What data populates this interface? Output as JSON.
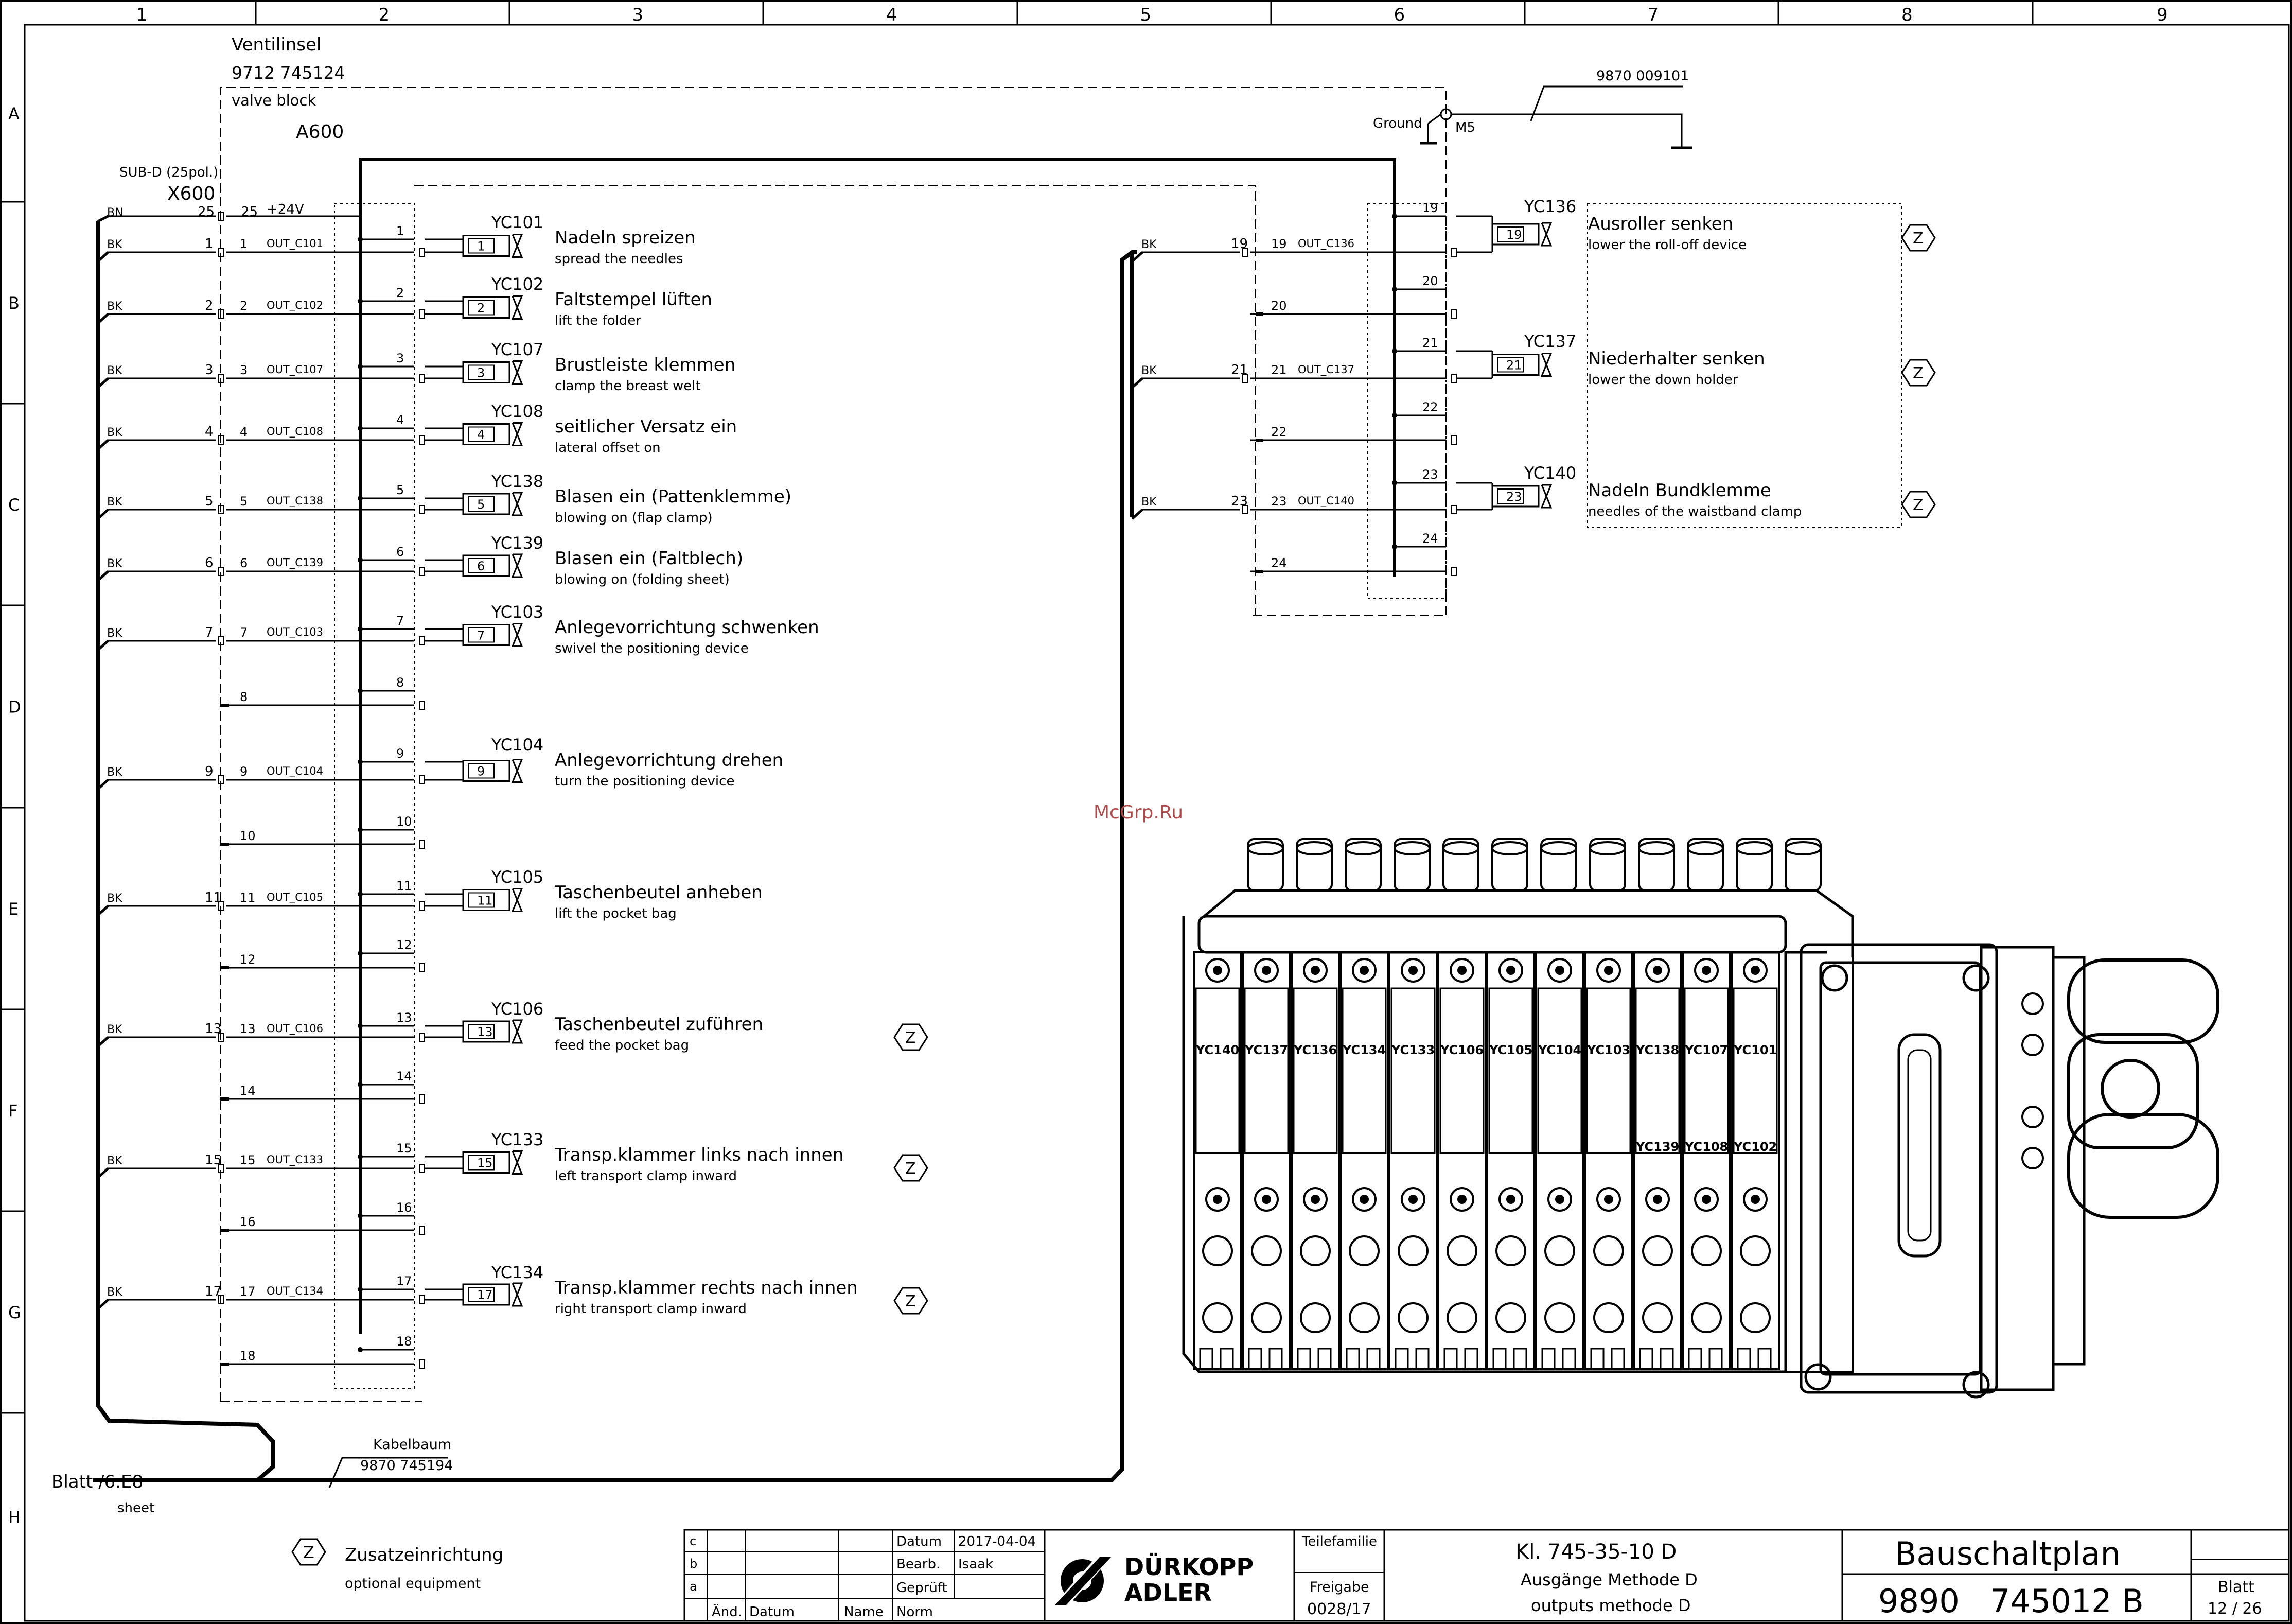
{
  "grid": {
    "columns": [
      "1",
      "2",
      "3",
      "4",
      "5",
      "6",
      "7",
      "8",
      "9"
    ],
    "rows": [
      "A",
      "B",
      "C",
      "D",
      "E",
      "F",
      "G",
      "H"
    ]
  },
  "valve_island": {
    "title": "Ventilinsel",
    "number": "9712 745124",
    "subtitle": "valve block",
    "ref": "A600"
  },
  "connector": {
    "type": "SUB-D (25pol.)",
    "ref": "X600",
    "supply_pin": "25",
    "supply_label": "+24V",
    "supply_wire": "BN"
  },
  "ground": {
    "label": "Ground",
    "screw": "M5",
    "part": "9870 009101"
  },
  "channels": [
    {
      "pin": "1",
      "wire": "BK",
      "sig": "OUT_C101",
      "yc": "YC101",
      "de": "Nadeln spreizen",
      "en": "spread the needles",
      "opt": false
    },
    {
      "pin": "2",
      "wire": "BK",
      "sig": "OUT_C102",
      "yc": "YC102",
      "de": "Faltstempel lüften",
      "en": "lift the folder",
      "opt": false
    },
    {
      "pin": "3",
      "wire": "BK",
      "sig": "OUT_C107",
      "yc": "YC107",
      "de": "Brustleiste klemmen",
      "en": "clamp the breast welt",
      "opt": false
    },
    {
      "pin": "4",
      "wire": "BK",
      "sig": "OUT_C108",
      "yc": "YC108",
      "de": "seitlicher Versatz ein",
      "en": "lateral offset on",
      "opt": false
    },
    {
      "pin": "5",
      "wire": "BK",
      "sig": "OUT_C138",
      "yc": "YC138",
      "de": "Blasen ein (Pattenklemme)",
      "en": "blowing on (flap clamp)",
      "opt": false
    },
    {
      "pin": "6",
      "wire": "BK",
      "sig": "OUT_C139",
      "yc": "YC139",
      "de": "Blasen ein (Faltblech)",
      "en": "blowing on (folding sheet)",
      "opt": false
    },
    {
      "pin": "7",
      "wire": "BK",
      "sig": "OUT_C103",
      "yc": "YC103",
      "de": "Anlegevorrichtung schwenken",
      "en": "swivel the positioning device",
      "opt": false
    },
    {
      "pin": "8",
      "wire": "",
      "sig": "",
      "yc": "",
      "de": "",
      "en": "",
      "opt": false
    },
    {
      "pin": "9",
      "wire": "BK",
      "sig": "OUT_C104",
      "yc": "YC104",
      "de": "Anlegevorrichtung drehen",
      "en": "turn the positioning device",
      "opt": false
    },
    {
      "pin": "10",
      "wire": "",
      "sig": "",
      "yc": "",
      "de": "",
      "en": "",
      "opt": false
    },
    {
      "pin": "11",
      "wire": "BK",
      "sig": "OUT_C105",
      "yc": "YC105",
      "de": "Taschenbeutel anheben",
      "en": "lift the pocket bag",
      "opt": false
    },
    {
      "pin": "12",
      "wire": "",
      "sig": "",
      "yc": "",
      "de": "",
      "en": "",
      "opt": false
    },
    {
      "pin": "13",
      "wire": "BK",
      "sig": "OUT_C106",
      "yc": "YC106",
      "de": "Taschenbeutel zuführen",
      "en": "feed the pocket bag",
      "opt": true
    },
    {
      "pin": "14",
      "wire": "",
      "sig": "",
      "yc": "",
      "de": "",
      "en": "",
      "opt": false
    },
    {
      "pin": "15",
      "wire": "BK",
      "sig": "OUT_C133",
      "yc": "YC133",
      "de": "Transp.klammer links nach innen",
      "en": "left transport clamp inward",
      "opt": true
    },
    {
      "pin": "16",
      "wire": "",
      "sig": "",
      "yc": "",
      "de": "",
      "en": "",
      "opt": false
    },
    {
      "pin": "17",
      "wire": "BK",
      "sig": "OUT_C134",
      "yc": "YC134",
      "de": "Transp.klammer rechts nach innen",
      "en": "right transport clamp inward",
      "opt": true
    },
    {
      "pin": "18",
      "wire": "",
      "sig": "",
      "yc": "",
      "de": "",
      "en": "",
      "opt": false
    }
  ],
  "right_channels": [
    {
      "pin": "19",
      "wire": "BK",
      "sig": "OUT_C136",
      "yc": "YC136",
      "de": "Ausroller senken",
      "en": "lower the roll-off device"
    },
    {
      "pin": "20",
      "wire": "",
      "sig": "",
      "yc": "",
      "de": "",
      "en": ""
    },
    {
      "pin": "21",
      "wire": "BK",
      "sig": "OUT_C137",
      "yc": "YC137",
      "de": "Niederhalter senken",
      "en": "lower the down holder"
    },
    {
      "pin": "22",
      "wire": "",
      "sig": "",
      "yc": "",
      "de": "",
      "en": ""
    },
    {
      "pin": "23",
      "wire": "BK",
      "sig": "OUT_C140",
      "yc": "YC140",
      "de": "Nadeln Bundklemme",
      "en": "needles of the waistband clamp"
    },
    {
      "pin": "24",
      "wire": "",
      "sig": "",
      "yc": "",
      "de": "",
      "en": ""
    }
  ],
  "option_symbol": "Z",
  "harness": {
    "sheet_ref": "Blatt /6.E8",
    "sheet_en": "sheet",
    "label": "Kabelbaum",
    "part": "9870 745194"
  },
  "watermark": "McGrp.Ru",
  "valve_labels_top": [
    "YC140",
    "YC137",
    "YC136",
    "YC134",
    "YC133",
    "YC106",
    "YC105",
    "YC104",
    "YC103",
    "YC138",
    "YC107",
    "YC101"
  ],
  "valve_labels_bottom": [
    "YC139",
    "YC108",
    "YC102"
  ],
  "legend": {
    "de": "Zusatzeinrichtung",
    "en": "optional equipment"
  },
  "title_block": {
    "rev_rows": [
      "c",
      "b",
      "a"
    ],
    "col_aend": "Änd.",
    "col_datum": "Datum",
    "col_name": "Name",
    "col_norm": "Norm",
    "lbl_datum": "Datum",
    "lbl_bearb": "Bearb.",
    "lbl_gepr": "Geprüft",
    "date": "2017-04-04",
    "author": "Isaak",
    "brand1": "DÜRKOPP",
    "brand2": "ADLER",
    "teilefamilie": "Teilefamilie",
    "freigabe": "Freigabe",
    "freigabe_no": "0028/17",
    "class": "Kl. 745-35-10 D",
    "desc_de": "Ausgänge Methode D",
    "desc_en": "outputs methode D",
    "doc_type": "Bauschaltplan",
    "doc_no": "9890   745012 B",
    "blatt": "Blatt",
    "blatt_no": "12 / 26"
  }
}
